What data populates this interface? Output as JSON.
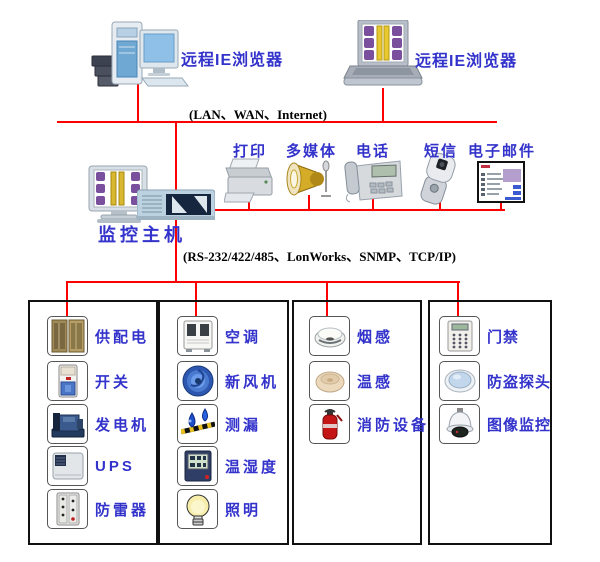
{
  "colors": {
    "line": "#ff0000",
    "label": "#3333cc",
    "text": "#000000"
  },
  "top": {
    "remote_browser_left": "远程IE浏览器",
    "remote_browser_right": "远程IE浏览器",
    "lan_bus_label": "(LAN、WAN、Internet)"
  },
  "middle": {
    "host_label": "监控主机",
    "bus_label": "(RS-232/422/485、LonWorks、SNMP、TCP/IP)",
    "devices": [
      {
        "label": "打印",
        "icon": "printer-icon"
      },
      {
        "label": "多媒体",
        "icon": "speaker-icon"
      },
      {
        "label": "电话",
        "icon": "telephone-icon"
      },
      {
        "label": "短信",
        "icon": "cellphone-icon"
      },
      {
        "label": "电子邮件",
        "icon": "email-window-icon"
      }
    ]
  },
  "groups": [
    {
      "name": "power-group",
      "items": [
        {
          "label": "供配电",
          "icon": "power-cabinet-icon"
        },
        {
          "label": "开关",
          "icon": "breaker-icon"
        },
        {
          "label": "发电机",
          "icon": "generator-icon"
        },
        {
          "label": "UPS",
          "icon": "ups-icon"
        },
        {
          "label": "防雷器",
          "icon": "surge-protector-icon"
        }
      ]
    },
    {
      "name": "environment-group",
      "items": [
        {
          "label": "空调",
          "icon": "air-conditioner-icon"
        },
        {
          "label": "新风机",
          "icon": "fresh-air-fan-icon"
        },
        {
          "label": "测漏",
          "icon": "leak-detector-icon"
        },
        {
          "label": "温湿度",
          "icon": "thermo-hygrometer-icon"
        },
        {
          "label": "照明",
          "icon": "light-bulb-icon"
        }
      ]
    },
    {
      "name": "fire-group",
      "items": [
        {
          "label": "烟感",
          "icon": "smoke-detector-icon"
        },
        {
          "label": "温感",
          "icon": "heat-detector-icon"
        },
        {
          "label": "消防设备",
          "icon": "fire-extinguisher-icon"
        }
      ]
    },
    {
      "name": "security-group",
      "items": [
        {
          "label": "门禁",
          "icon": "access-keypad-icon"
        },
        {
          "label": "防盗探头",
          "icon": "pir-detector-icon"
        },
        {
          "label": "图像监控",
          "icon": "dome-camera-icon"
        }
      ]
    }
  ]
}
